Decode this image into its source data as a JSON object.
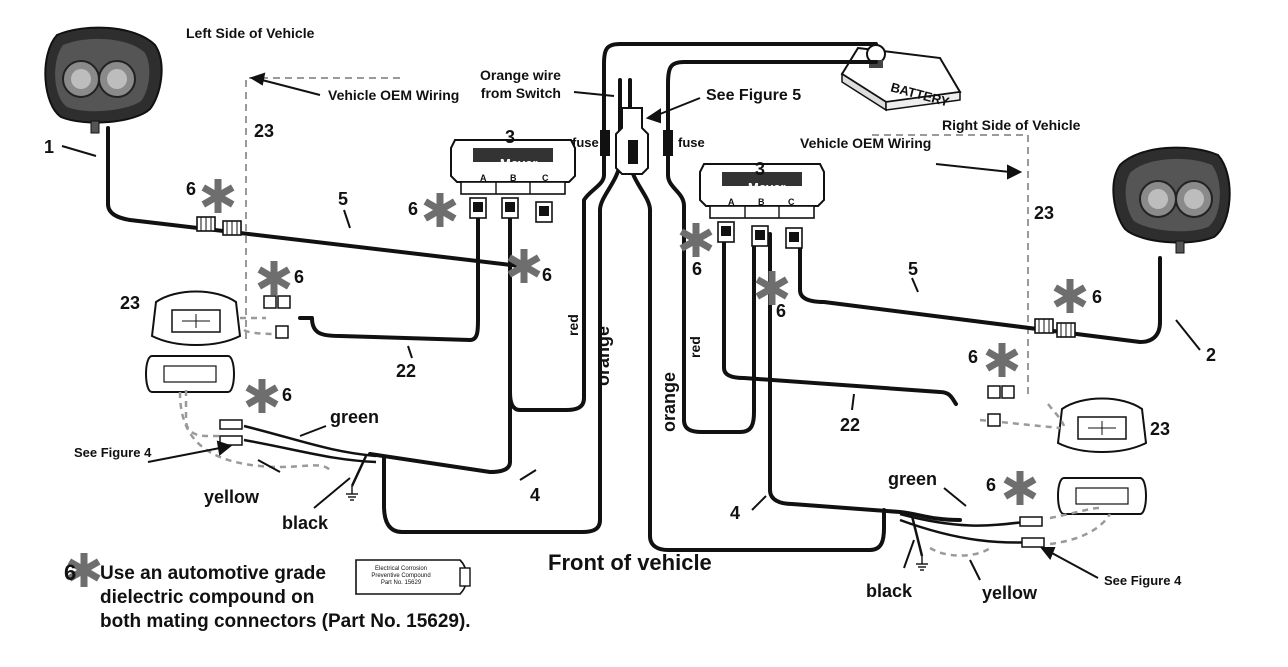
{
  "labels": {
    "left_side": "Left Side of Vehicle",
    "right_side": "Right Side of Vehicle",
    "oem_wiring_left": "Vehicle OEM Wiring",
    "oem_wiring_right": "Vehicle OEM Wiring",
    "orange_wire": "Orange wire\nfrom Switch",
    "see_figure_5": "See Figure 5",
    "battery": "BATTERY",
    "fuse_left": "fuse",
    "fuse_right": "fuse",
    "front_of_vehicle": "Front of vehicle",
    "see_figure_4_left": "See Figure  4",
    "see_figure_4_right": "See Figure  4",
    "green_left": "green",
    "green_right": "green",
    "yellow_left": "yellow",
    "yellow_right": "yellow",
    "black_left": "black",
    "black_right": "black",
    "red_left": "red",
    "red_right": "red",
    "orange_left": "orange",
    "orange_right": "orange",
    "module_brand": "Meyer",
    "pin_a": "A",
    "pin_b": "B",
    "pin_c": "C",
    "star": "✱"
  },
  "callouts": {
    "n1": "1",
    "n2": "2",
    "n3_left": "3",
    "n3_right": "3",
    "n4_left": "4",
    "n4_right": "4",
    "n5_left": "5",
    "n5_right": "5",
    "n6": "6",
    "n22_left": "22",
    "n22_right": "22",
    "n23_left_box": "23",
    "n23_left_lamp": "23",
    "n23_right_box": "23",
    "n23_right_lamp": "23"
  },
  "note": {
    "number": "6",
    "line1": "Use an automotive grade",
    "line2": "dielectric compound on",
    "line3": "both mating connectors (Part No. 15629).",
    "tube_line1": "Electrical Corrosion",
    "tube_line2": "Preventive Compound",
    "tube_line3": "Part No. 15629"
  },
  "colors": {
    "wire": "#111111",
    "star": "#6e6e6e",
    "dashed": "#9a9a9a"
  }
}
